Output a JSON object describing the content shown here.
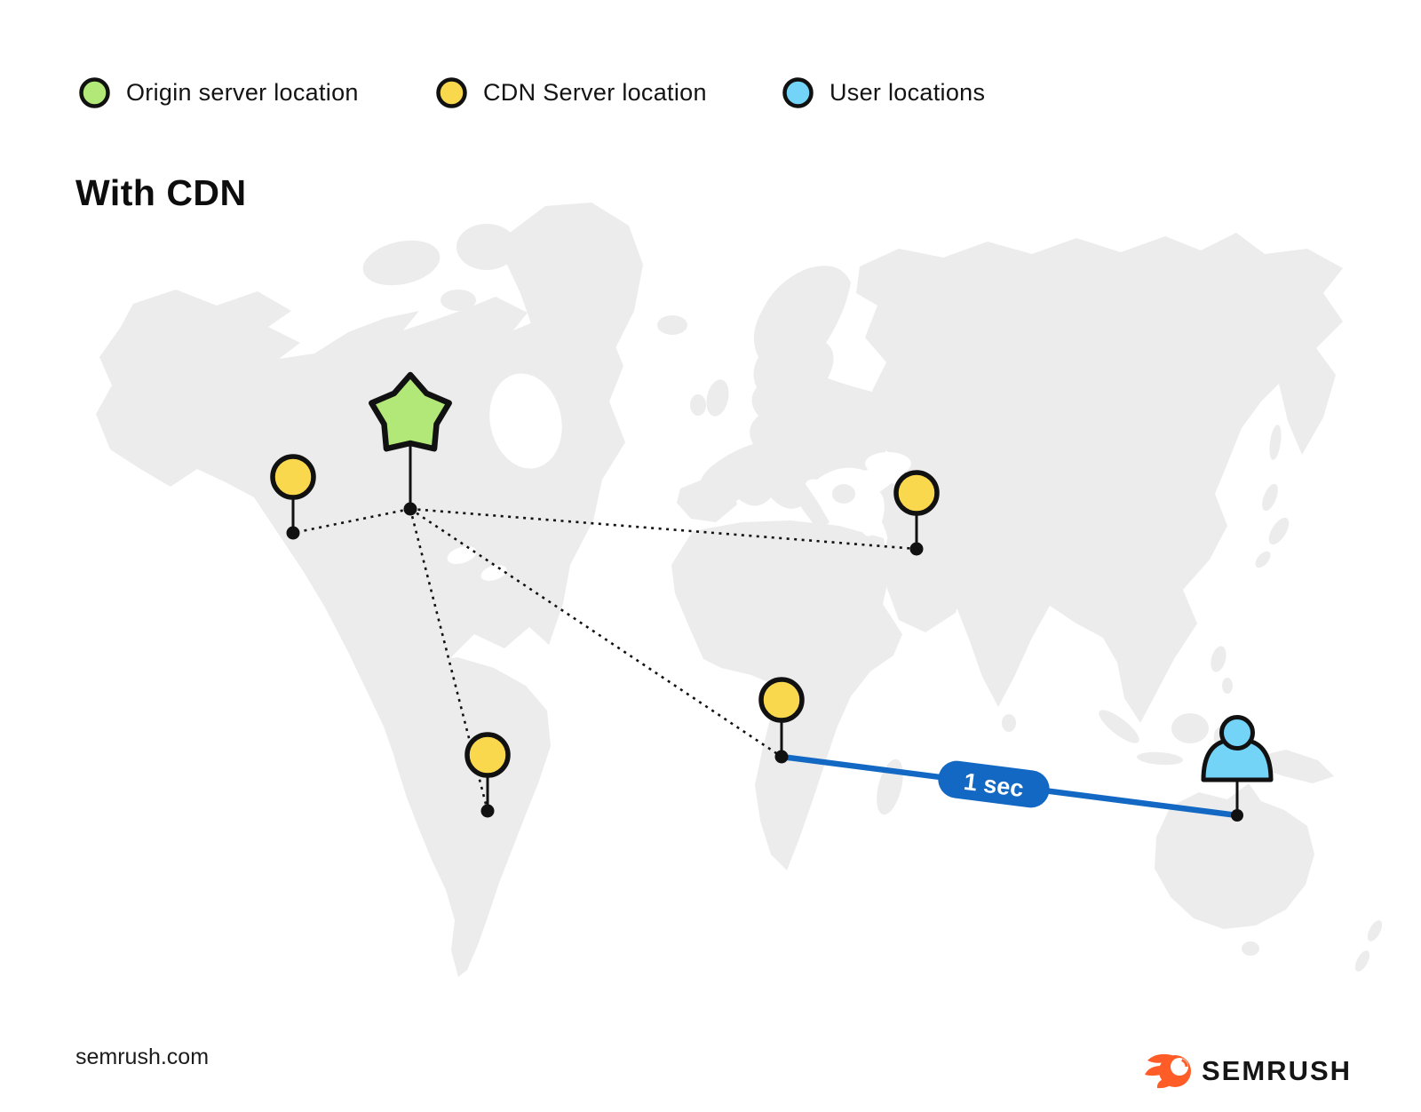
{
  "legend": {
    "items": [
      {
        "label": "Origin server location"
      },
      {
        "label": "CDN Server location"
      },
      {
        "label": "User locations"
      }
    ]
  },
  "title": "With CDN",
  "diagram": {
    "connection_time_label": "1 sec",
    "origin_marker": "origin-server-star",
    "cdn_markers": [
      "north-america",
      "central-asia",
      "africa",
      "south-america"
    ],
    "user_marker": "australia-user"
  },
  "footer": {
    "site_url": "semrush.com",
    "brand_name": "SEMRUSH"
  },
  "colors": {
    "origin_green": "#b2e878",
    "cdn_yellow": "#f9d84d",
    "user_blue": "#74d4f7",
    "connection_blue": "#1268c3",
    "brand_orange": "#ff5c28",
    "map_gray": "#ececec"
  }
}
